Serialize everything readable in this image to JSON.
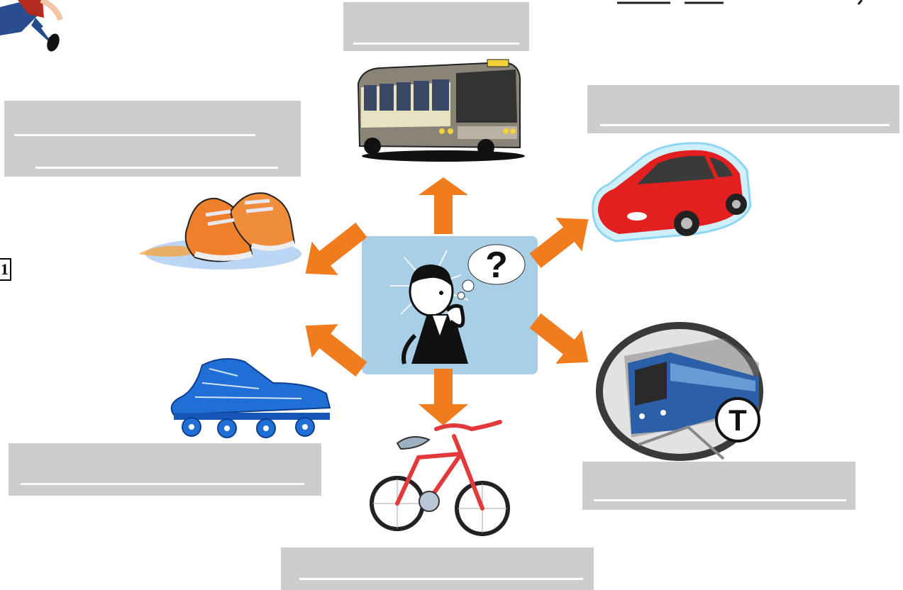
{
  "marker": {
    "label": "1"
  },
  "center": {
    "symbol": "?"
  },
  "icons": {
    "subway_badge": "T"
  },
  "answer_boxes": [
    {
      "id": "bus-box",
      "blanks": 1
    },
    {
      "id": "car-box",
      "blanks": 1
    },
    {
      "id": "walking-box",
      "blanks": 2
    },
    {
      "id": "rollerblades-box",
      "blanks": 1
    },
    {
      "id": "bicycle-box",
      "blanks": 1
    },
    {
      "id": "subway-box",
      "blanks": 1
    }
  ],
  "colors": {
    "arrow": "#f07c1e",
    "box": "#cdcdcd",
    "center_bg": "#a9cfe6",
    "car": "#e3201f",
    "skate": "#1f6fd6",
    "train": "#2b5fa8"
  }
}
